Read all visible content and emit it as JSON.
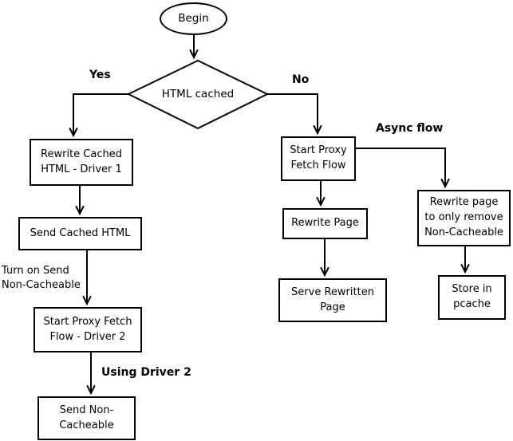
{
  "colors": {
    "stroke": "#000000",
    "background": "#ffffff",
    "text": "#000000"
  },
  "nodes": {
    "begin": {
      "label": "Begin"
    },
    "decision_html_cached": {
      "label": "HTML cached"
    },
    "rewrite_cached_html": {
      "lines": [
        "Rewrite Cached",
        "HTML - Driver 1"
      ]
    },
    "send_cached_html": {
      "lines": [
        "Send Cached HTML"
      ]
    },
    "start_proxy_fetch_driver2": {
      "lines": [
        "Start Proxy Fetch",
        "Flow - Driver 2"
      ]
    },
    "send_non_cacheable": {
      "lines": [
        "Send Non-",
        "Cacheable"
      ]
    },
    "start_proxy_fetch_flow": {
      "lines": [
        "Start Proxy",
        "Fetch Flow"
      ]
    },
    "rewrite_page": {
      "lines": [
        "Rewrite Page"
      ]
    },
    "serve_rewritten_page": {
      "lines": [
        "Serve Rewritten",
        "Page"
      ]
    },
    "rewrite_page_remove_non_cacheable": {
      "lines": [
        "Rewrite page",
        "to only remove",
        "Non-Cacheable"
      ]
    },
    "store_in_pcache": {
      "lines": [
        "Store in",
        "pcache"
      ]
    }
  },
  "edge_labels": {
    "yes": "Yes",
    "no": "No",
    "async_flow": "Async flow",
    "using_driver_2": "Using Driver 2",
    "turn_on_send": [
      "Turn on Send",
      "Non-Cacheable"
    ]
  }
}
